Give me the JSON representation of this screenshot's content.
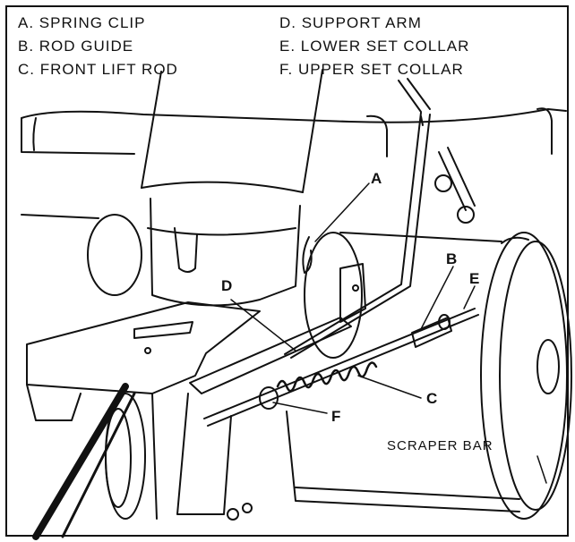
{
  "legend": {
    "a": "A. SPRING CLIP",
    "b": "B. ROD GUIDE",
    "c": "C. FRONT LIFT ROD",
    "d": "D. SUPPORT ARM",
    "e": "E. LOWER SET COLLAR",
    "f": "F. UPPER SET COLLAR"
  },
  "callouts": {
    "a": "A",
    "b": "B",
    "c": "C",
    "d": "D",
    "e": "E",
    "f": "F",
    "scraper": "SCRAPER BAR"
  },
  "colors": {
    "ink": "#111111",
    "paper": "#ffffff"
  }
}
